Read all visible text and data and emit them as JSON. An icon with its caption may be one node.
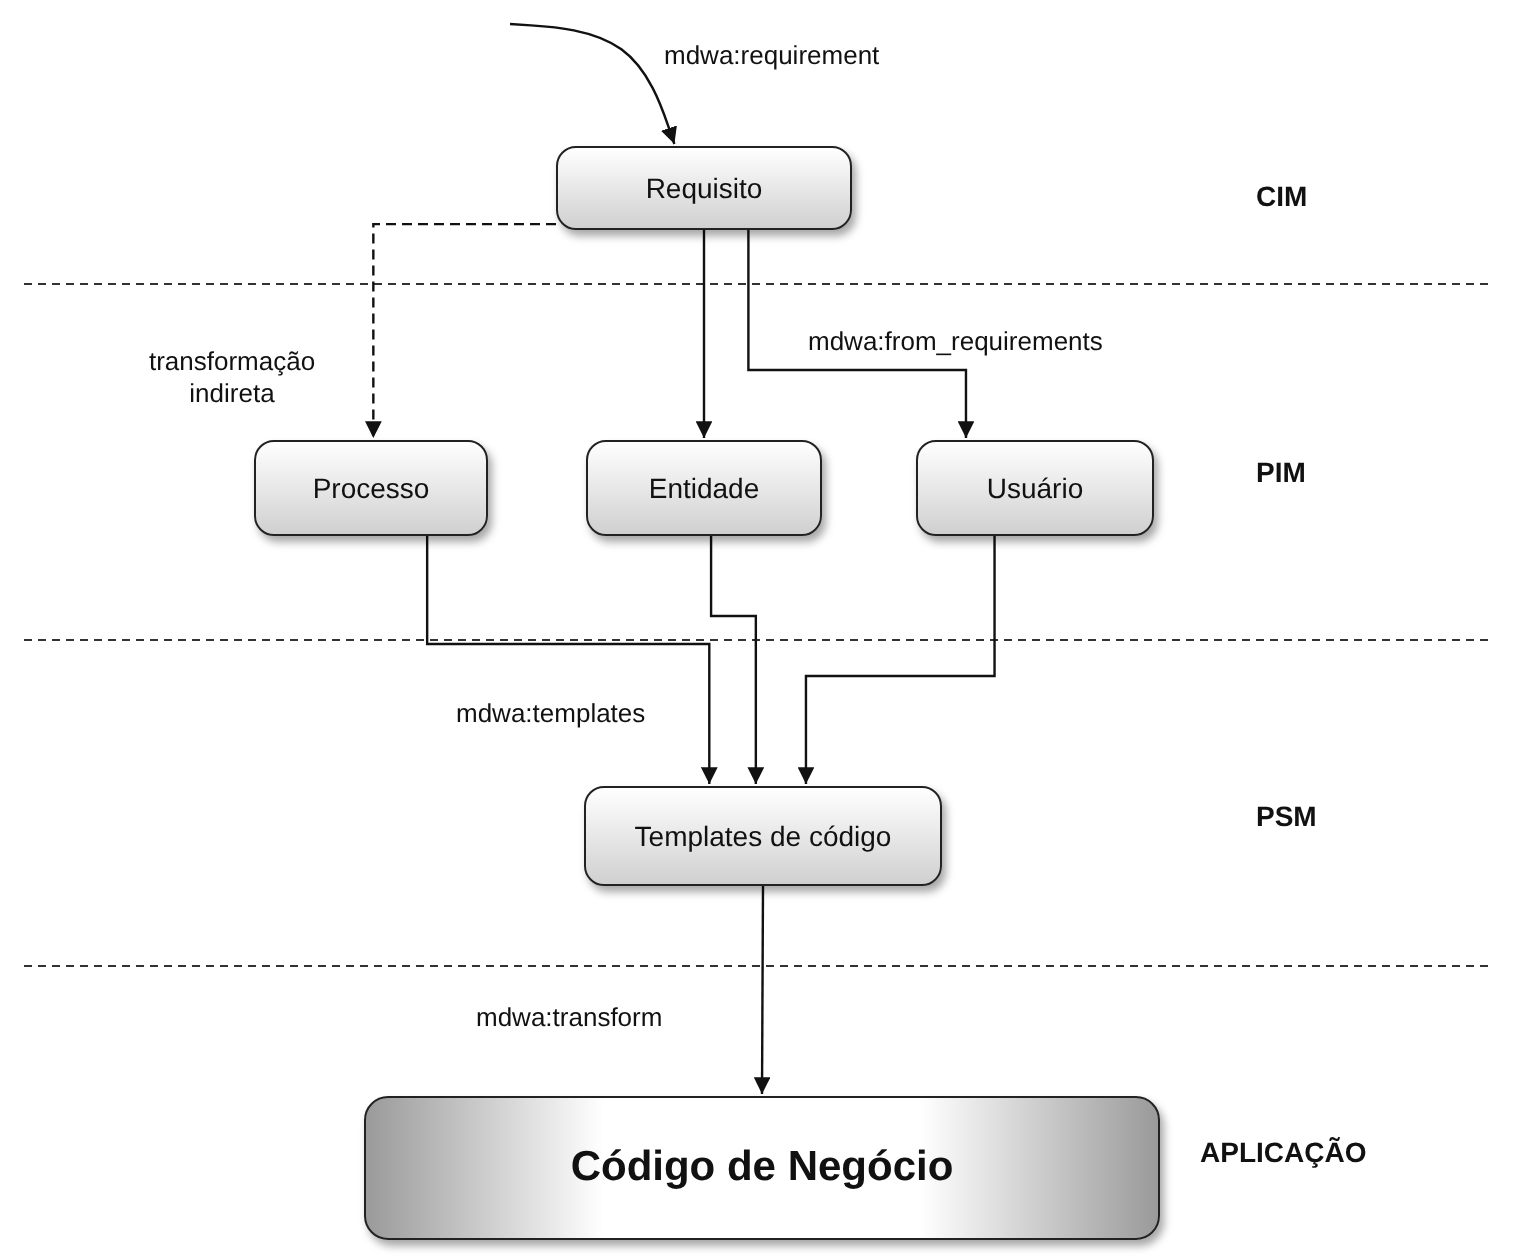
{
  "diagram": {
    "nodes": [
      {
        "text": [
          "Requisito"
        ]
      },
      {
        "text": [
          "Processo"
        ]
      },
      {
        "text": [
          "Entidade"
        ]
      },
      {
        "text": [
          "Usuário"
        ]
      },
      {
        "text": [
          "Templates de código"
        ]
      },
      {
        "text": [
          "Código de Negócio"
        ]
      }
    ],
    "edges": [
      {
        "from": null,
        "to": 0,
        "arrow": "to",
        "label": "mdwa:requirement"
      },
      {
        "from": 0,
        "to": 1,
        "arrow": "to",
        "style": "dashed",
        "label": "transformação indireta"
      },
      {
        "from": 0,
        "to": 2,
        "arrow": "to"
      },
      {
        "from": 0,
        "to": 3,
        "arrow": "to",
        "label": "mdwa:from_requirements"
      },
      {
        "from": 1,
        "to": 4,
        "arrow": "to",
        "label": "mdwa:templates"
      },
      {
        "from": 2,
        "to": 4,
        "arrow": "to"
      },
      {
        "from": 3,
        "to": 4,
        "arrow": "to"
      },
      {
        "from": 4,
        "to": 5,
        "arrow": "to",
        "label": "mdwa:transform"
      }
    ],
    "labels": [
      "CIM",
      "PIM",
      "PSM",
      "APLICAÇÃO"
    ]
  }
}
